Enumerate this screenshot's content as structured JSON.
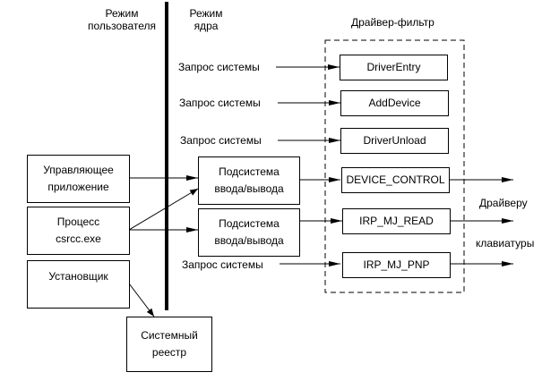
{
  "header": {
    "user_mode": [
      "Режим",
      "пользователя"
    ],
    "kernel_mode": [
      "Режим",
      "ядра"
    ],
    "filter_driver_title": "Драйвер-фильтр"
  },
  "user_boxes": {
    "control_app": [
      "Управляющее",
      "приложение"
    ],
    "csrss_process": [
      "Процесс",
      "csrcc.exe"
    ],
    "installer": [
      "Установщик"
    ]
  },
  "registry_box": [
    "Системный",
    "реестр"
  ],
  "io_subsystems": [
    [
      "Подсистема",
      "ввода/вывода"
    ],
    [
      "Подсистема",
      "ввода/вывода"
    ]
  ],
  "system_requests": [
    "Запрос системы",
    "Запрос системы",
    "Запрос системы",
    "Запрос системы"
  ],
  "driver_routines": [
    "DriverEntry",
    "AddDevice",
    "DriverUnload",
    "DEVICE_CONTROL",
    "IRP_MJ_READ",
    "IRP_MJ_PNP"
  ],
  "output_target": [
    "Драйверу",
    "клавиатуры"
  ]
}
